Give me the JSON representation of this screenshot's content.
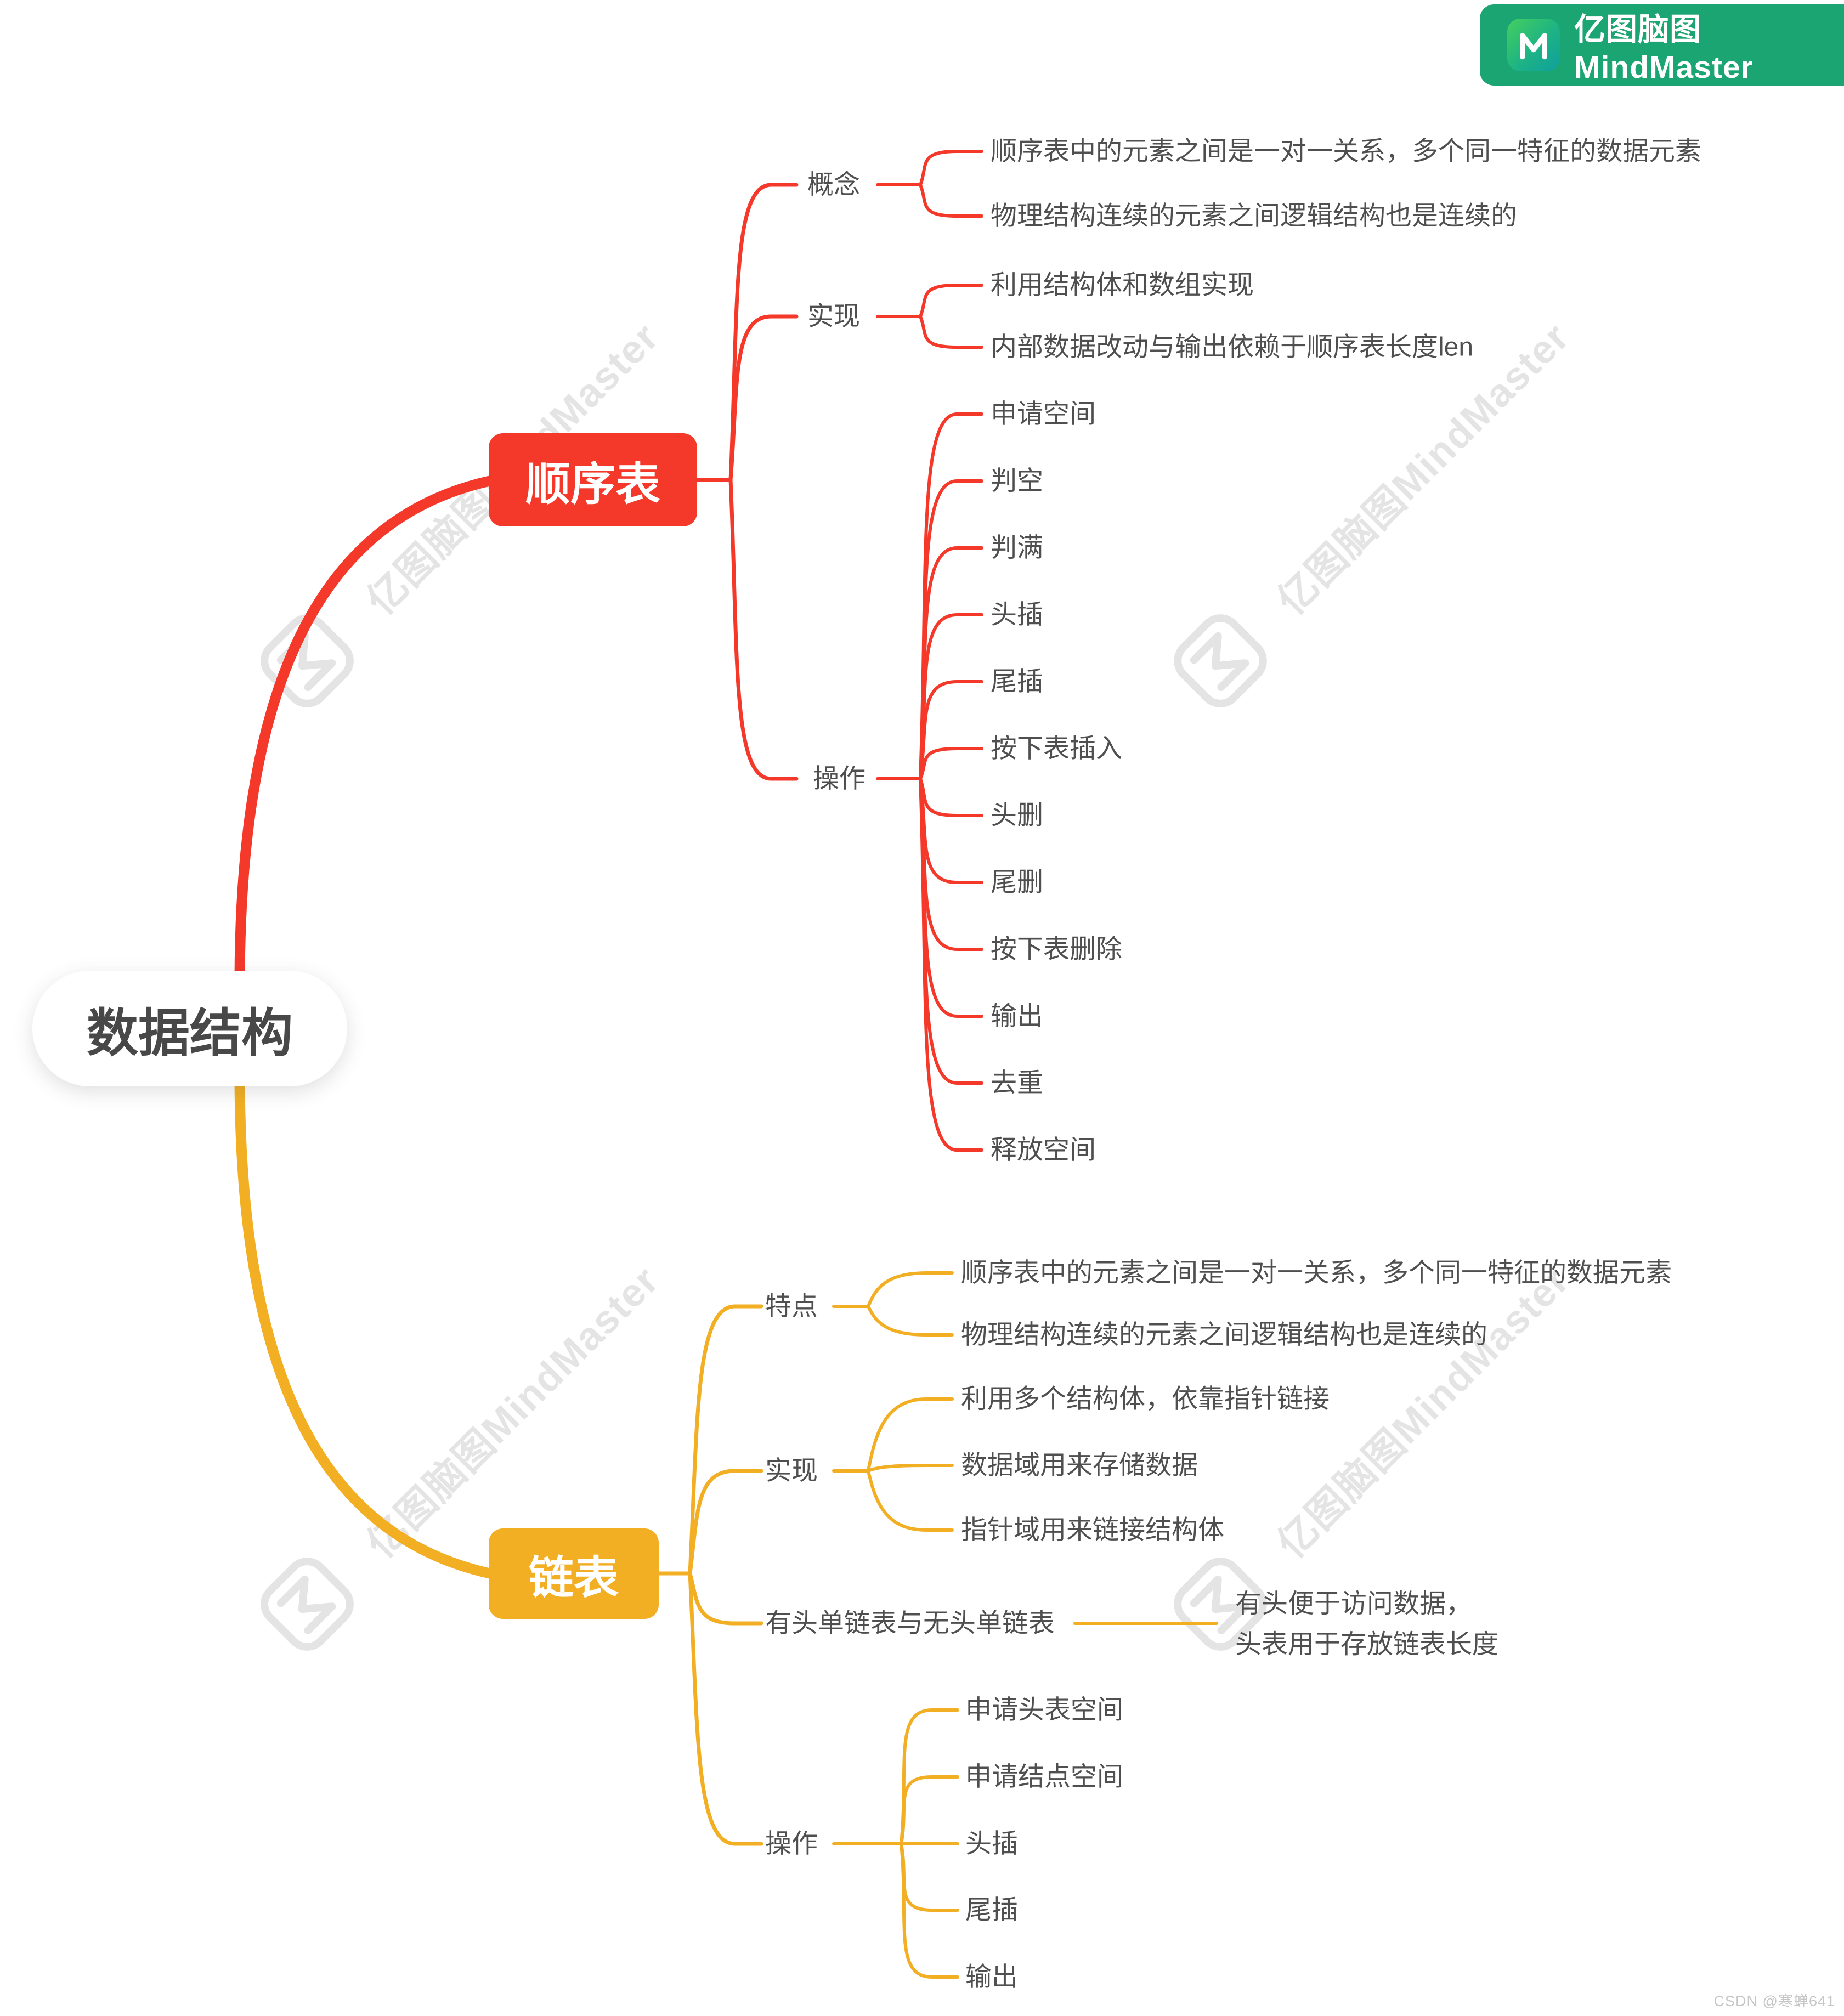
{
  "banner": {
    "title": "亿图脑图MindMaster"
  },
  "watermark": {
    "text": "亿图脑图MindMaster"
  },
  "footer": {
    "credit": "CSDN @寒蝉641"
  },
  "colors": {
    "branch_red": "#f4392b",
    "branch_yellow": "#f2af24",
    "banner_green": "#1ba573",
    "text_dark": "#484848",
    "text_gray": "#4f4f4f",
    "watermark_gray": "#e4e4e4"
  },
  "mindmap": {
    "root": {
      "label": "数据结构"
    },
    "branches": [
      {
        "label": "顺序表",
        "color": "#f4392b",
        "children": [
          {
            "label": "概念",
            "leaves": [
              "顺序表中的元素之间是一对一关系，多个同一特征的数据元素",
              "物理结构连续的元素之间逻辑结构也是连续的"
            ]
          },
          {
            "label": "实现",
            "leaves": [
              "利用结构体和数组实现",
              "内部数据改动与输出依赖于顺序表长度len"
            ]
          },
          {
            "label": "操作",
            "leaves": [
              "申请空间",
              "判空",
              "判满",
              "头插",
              "尾插",
              "按下表插入",
              "头删",
              "尾删",
              "按下表删除",
              "输出",
              "去重",
              "释放空间"
            ]
          }
        ]
      },
      {
        "label": "链表",
        "color": "#f2af24",
        "children": [
          {
            "label": "特点",
            "leaves": [
              "顺序表中的元素之间是一对一关系，多个同一特征的数据元素",
              "物理结构连续的元素之间逻辑结构也是连续的"
            ]
          },
          {
            "label": "实现",
            "leaves": [
              "利用多个结构体，依靠指针链接",
              "数据域用来存储数据",
              "指针域用来链接结构体"
            ]
          },
          {
            "label": "有头单链表与无头单链表",
            "leaves": [
              "有头便于访问数据，",
              "头表用于存放链表长度"
            ]
          },
          {
            "label": "操作",
            "leaves": [
              "申请头表空间",
              "申请结点空间",
              "头插",
              "尾插",
              "输出"
            ]
          }
        ]
      }
    ]
  }
}
